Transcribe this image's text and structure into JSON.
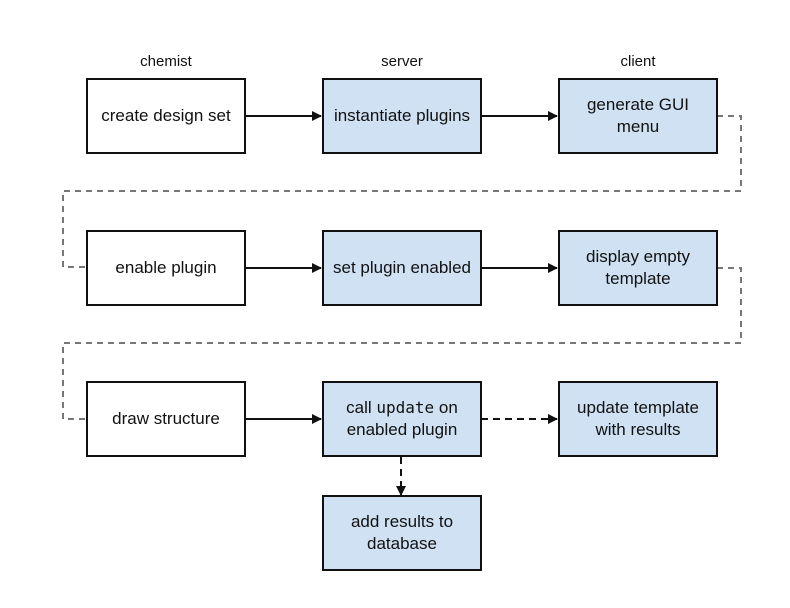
{
  "columns": {
    "chemist": "chemist",
    "server": "server",
    "client": "client"
  },
  "nodes": {
    "create_design_set": "create design set",
    "instantiate_plugins": "instantiate plugins",
    "generate_gui_menu": "generate GUI menu",
    "enable_plugin": "enable plugin",
    "set_plugin_enabled": "set plugin enabled",
    "display_empty_template": "display empty template",
    "draw_structure": "draw structure",
    "call_update": {
      "prefix": "call ",
      "code": "update",
      "suffix": " on enabled plugin"
    },
    "update_template": "update template with results",
    "add_results": "add results to database"
  },
  "colors": {
    "client_server_fill": "#cfe1f3",
    "chemist_fill": "#ffffff",
    "stroke": "#111111",
    "wrap_line": "#777777"
  }
}
